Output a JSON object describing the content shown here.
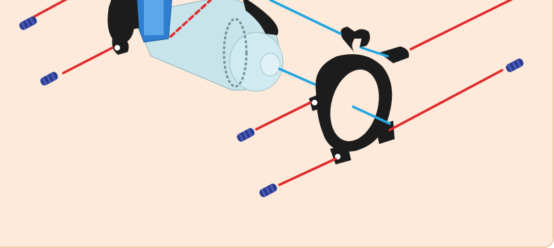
{
  "diagram": {
    "colors": {
      "background": "#fdeadb",
      "border": "#f2c9a8",
      "connector_red": "#e02b2b",
      "connector_blue": "#22a6e0",
      "bracket": "#1c1c1c",
      "motor_body": "#bfe0e8",
      "screw": "#2a3b8f"
    },
    "parts": [
      "motor",
      "motor-bracket",
      "clamp-bracket",
      "screw"
    ]
  }
}
